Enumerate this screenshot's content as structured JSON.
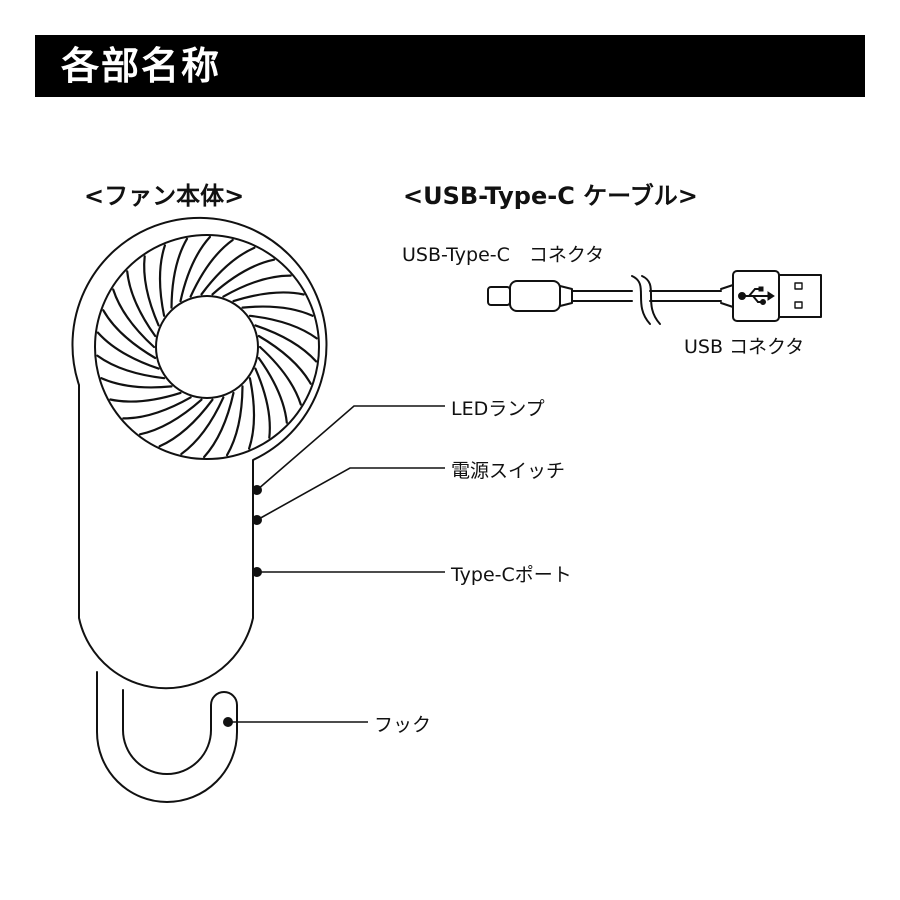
{
  "header": {
    "title": "各部名称"
  },
  "fan": {
    "section_label": "<ファン本体>",
    "parts": {
      "led_lamp": "LEDランプ",
      "power_switch": "電源スイッチ",
      "type_c_port": "Type-Cポート",
      "hook": "フック"
    }
  },
  "cable": {
    "section_label": "<USB-Type-C ケーブル>",
    "type_c_connector": "USB-Type-C　コネクタ",
    "usb_connector": "USB コネクタ"
  },
  "colors": {
    "header_bg": "#000000",
    "header_text": "#ffffff",
    "line": "#111111"
  }
}
